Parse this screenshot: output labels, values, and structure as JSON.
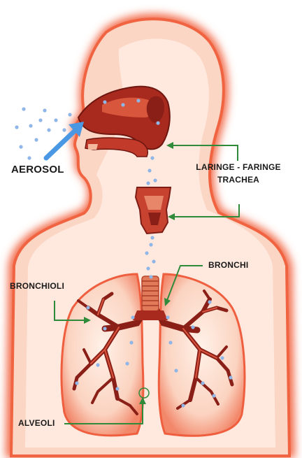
{
  "labels": {
    "aerosol": "AEROSOL",
    "laringe_faringe": "LARINGE - FARINGE",
    "trachea": "TRACHEA",
    "bronchi": "BRONCHI",
    "bronchioli": "BRONCHIOLI",
    "alveoli": "ALVEOLI"
  },
  "colors": {
    "body_glow": "#f26b49",
    "body_fill": "#fbd6c5",
    "body_core": "#ffe9de",
    "organ_dark": "#8a1f18",
    "organ_mid": "#c23a2a",
    "organ_light": "#e06a4c",
    "trachea_ring": "#d7704f",
    "particle": "#8fb6e6",
    "aerosol_arrow": "#4a98e3",
    "pointer_green": "#2f8a3a",
    "label_text": "#1a1a1a"
  }
}
